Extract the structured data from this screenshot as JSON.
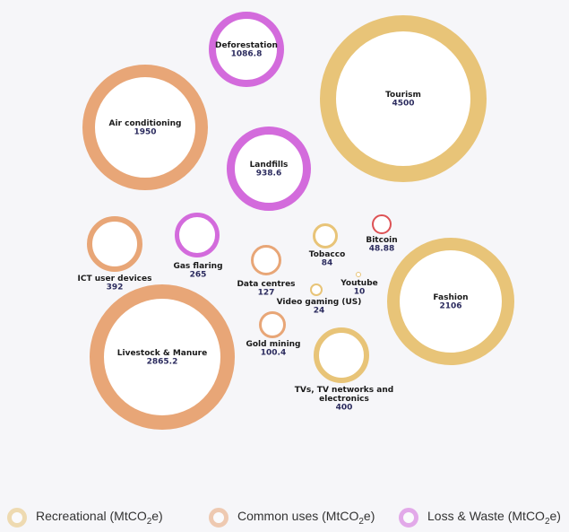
{
  "colors": {
    "recreational": "#e8c478",
    "common": "#e8a677",
    "loss": "#d36bdc",
    "bitcoin": "#dd5255"
  },
  "legend": [
    {
      "key": "recreational",
      "prefix": "Recreational (MtCO",
      "suffix": "e)"
    },
    {
      "key": "common",
      "prefix": "Common uses (MtCO",
      "suffix": "e)"
    },
    {
      "key": "loss",
      "prefix": "Loss & Waste (MtCO",
      "suffix": "e)"
    }
  ],
  "legend_sub": "2",
  "chart_data": {
    "type": "bubble",
    "unit": "MtCO2e",
    "items": [
      {
        "label": "Tourism",
        "value": "4500",
        "category": "recreational"
      },
      {
        "label": "Deforestation",
        "value": "1086.8",
        "category": "loss"
      },
      {
        "label": "Air conditioning",
        "value": "1950",
        "category": "common"
      },
      {
        "label": "Landfills",
        "value": "938.6",
        "category": "loss"
      },
      {
        "label": "ICT user devices",
        "value": "392",
        "category": "common"
      },
      {
        "label": "Gas flaring",
        "value": "265",
        "category": "loss"
      },
      {
        "label": "Tobacco",
        "value": "84",
        "category": "recreational"
      },
      {
        "label": "Bitcoin",
        "value": "48.88",
        "category": "bitcoin"
      },
      {
        "label": "Fashion",
        "value": "2106",
        "category": "recreational"
      },
      {
        "label": "Data centres",
        "value": "127",
        "category": "common"
      },
      {
        "label": "Youtube",
        "value": "10",
        "category": "recreational"
      },
      {
        "label": "Video gaming (US)",
        "value": "24",
        "category": "recreational"
      },
      {
        "label": "Livestock & Manure",
        "value": "2865.2",
        "category": "common"
      },
      {
        "label": "Gold mining",
        "value": "100.4",
        "category": "common"
      },
      {
        "label": "TVs, TV networks and electronics",
        "value": "400",
        "category": "recreational"
      }
    ]
  }
}
